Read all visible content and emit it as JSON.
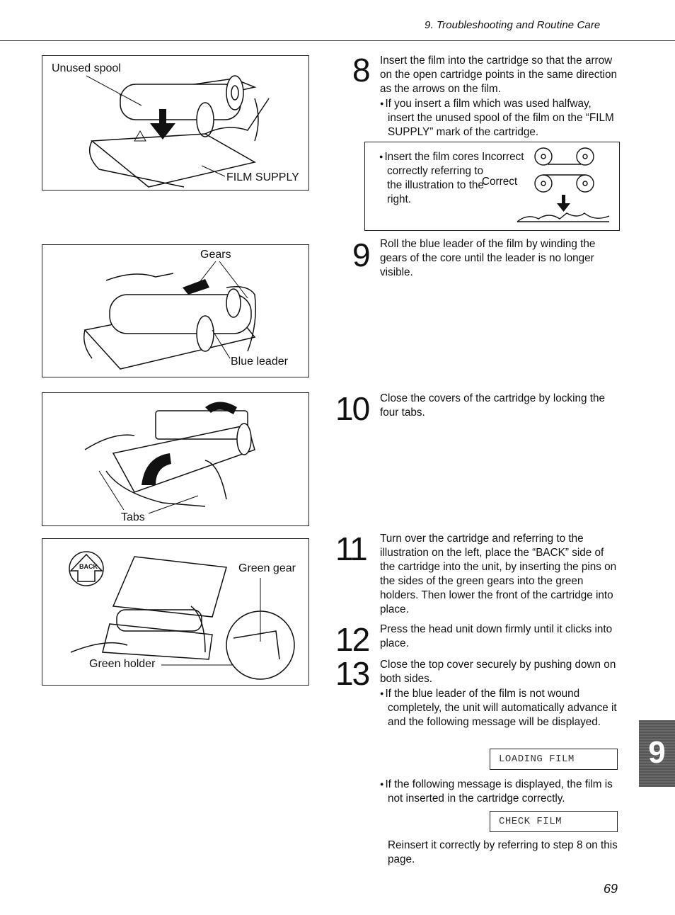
{
  "header": {
    "title": "9. Troubleshooting and Routine Care"
  },
  "figures": {
    "fig1": {
      "label_unused_spool": "Unused spool",
      "label_film_supply": "FILM SUPPLY"
    },
    "fig2": {
      "label_gears": "Gears",
      "label_blue_leader": "Blue leader"
    },
    "fig3": {
      "label_tabs": "Tabs"
    },
    "fig4": {
      "label_back": "BACK",
      "label_green_gear": "Green gear",
      "label_green_holder": "Green holder"
    }
  },
  "steps": {
    "s8": {
      "num": "8",
      "text": "Insert the film into the cartridge so that the arrow on the open cartridge points in the same direction as the arrows on the film.",
      "bullet": "If you insert a film which was used halfway, insert the unused spool of the film on the “FILM SUPPLY” mark of the cartridge."
    },
    "note": {
      "text": "Insert the film cores correctly referring to the illustration to the right.",
      "incorrect": "Incorrect",
      "correct": "Correct"
    },
    "s9": {
      "num": "9",
      "text": "Roll the blue leader of the film by winding the gears of the core until the leader is no longer visible."
    },
    "s10": {
      "num": "10",
      "text": "Close the covers of the cartridge by locking the four tabs."
    },
    "s11": {
      "num": "11",
      "text": "Turn over the cartridge and referring to the illustration on the left, place the “BACK” side of the cartridge into the unit, by inserting the pins on the sides of the green gears into the green holders. Then lower the front of the cartridge into place."
    },
    "s12": {
      "num": "12",
      "text": "Press the head unit down firmly until it clicks into place."
    },
    "s13": {
      "num": "13",
      "text": "Close the top cover securely by pushing down on both sides.",
      "bullet1": "If the blue leader of the film is not wound completely, the unit will automatically advance it and the following message will be displayed.",
      "display1": "LOADING FILM",
      "bullet2": "If the following message is displayed, the film is not inserted in the cartridge correctly.",
      "display2": "CHECK FILM",
      "final": "Reinsert it correctly by referring to step 8 on this page."
    }
  },
  "side_tab": {
    "label": "9"
  },
  "page_number": "69"
}
